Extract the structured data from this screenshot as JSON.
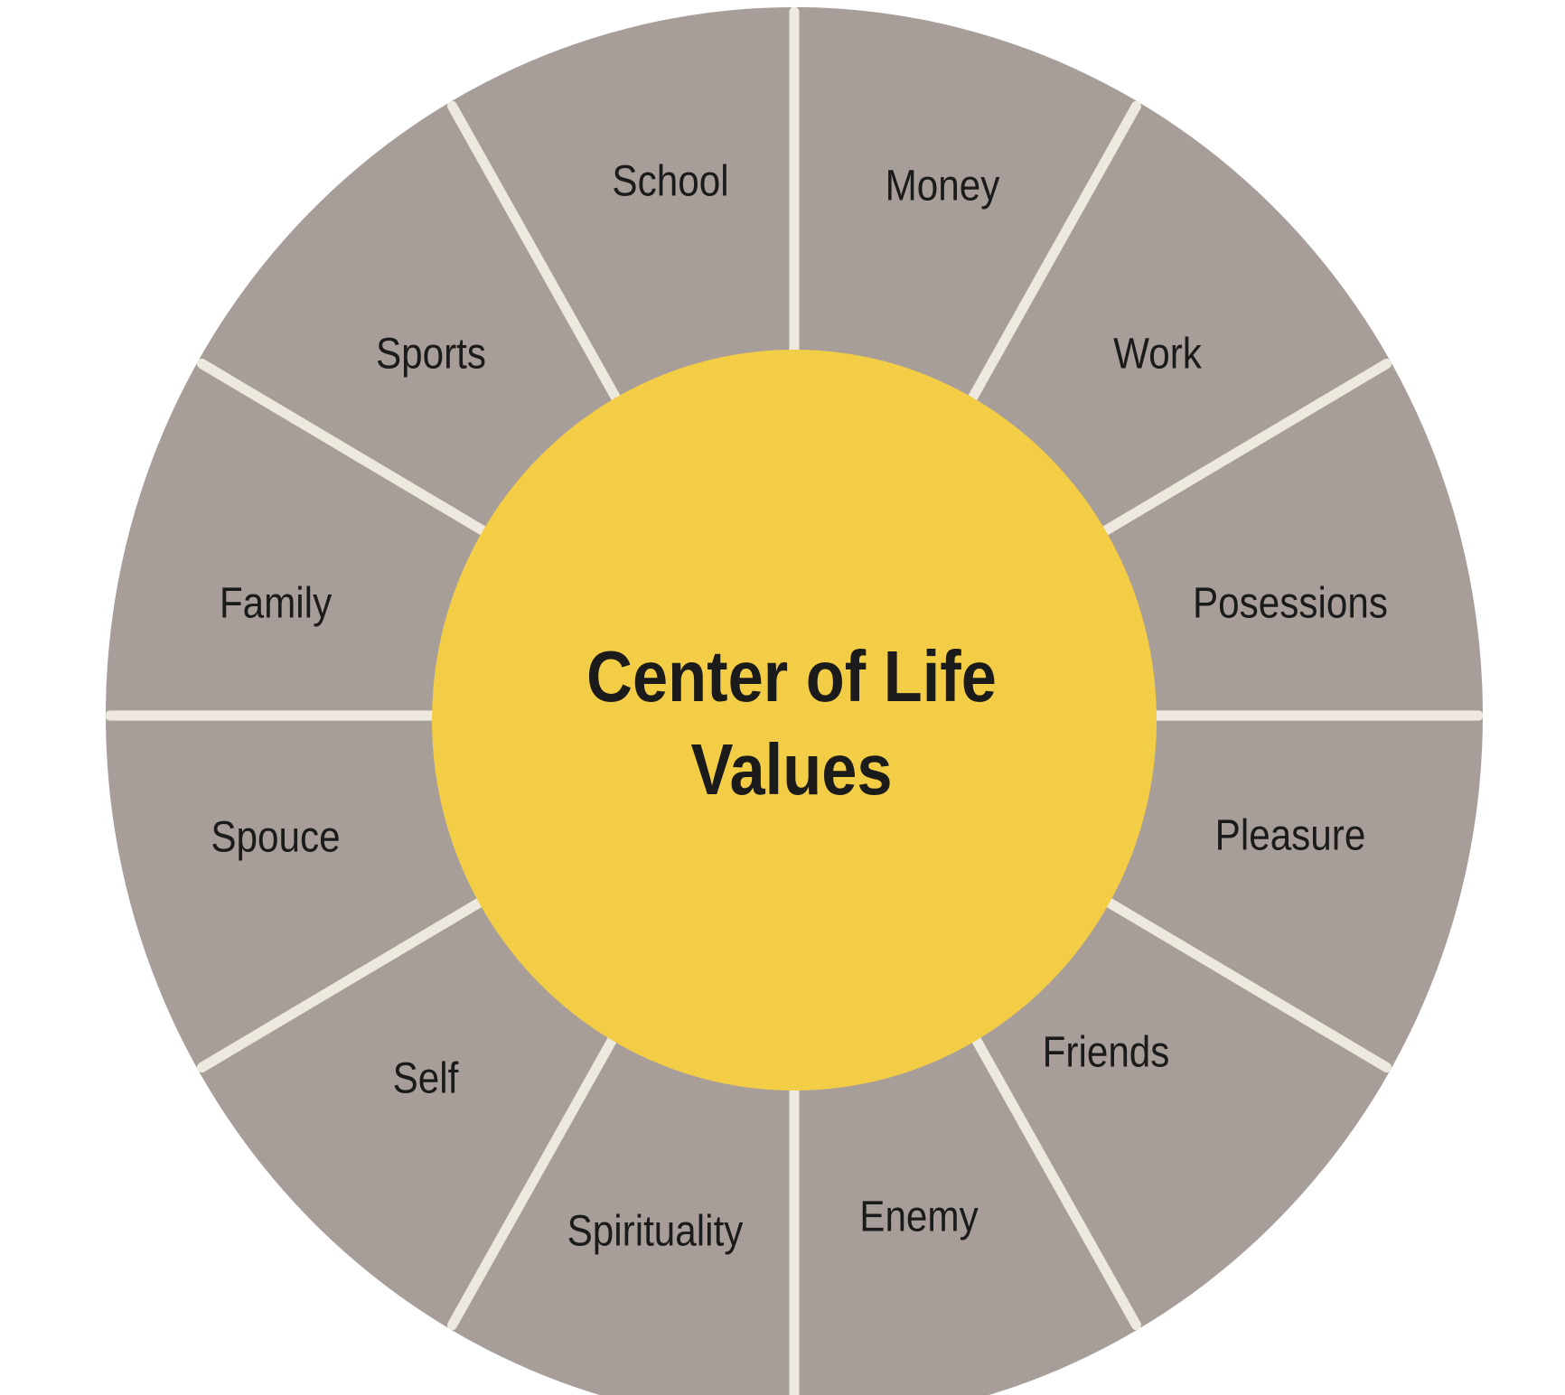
{
  "diagram": {
    "title": {
      "line1": "Center of Life",
      "line2": "Values"
    },
    "segments": [
      "Money",
      "Work",
      "Posessions",
      "Pleasure",
      "Friends",
      "Enemy",
      "Spirituality",
      "Self",
      "Spouce",
      "Family",
      "Sports",
      "School"
    ],
    "colors": {
      "ring_fill": "#A89E99",
      "divider": "#EDE9DF",
      "center_fill": "#F3CD46",
      "label_text": "#1B1B1B",
      "background": "#FFFFFF"
    }
  }
}
